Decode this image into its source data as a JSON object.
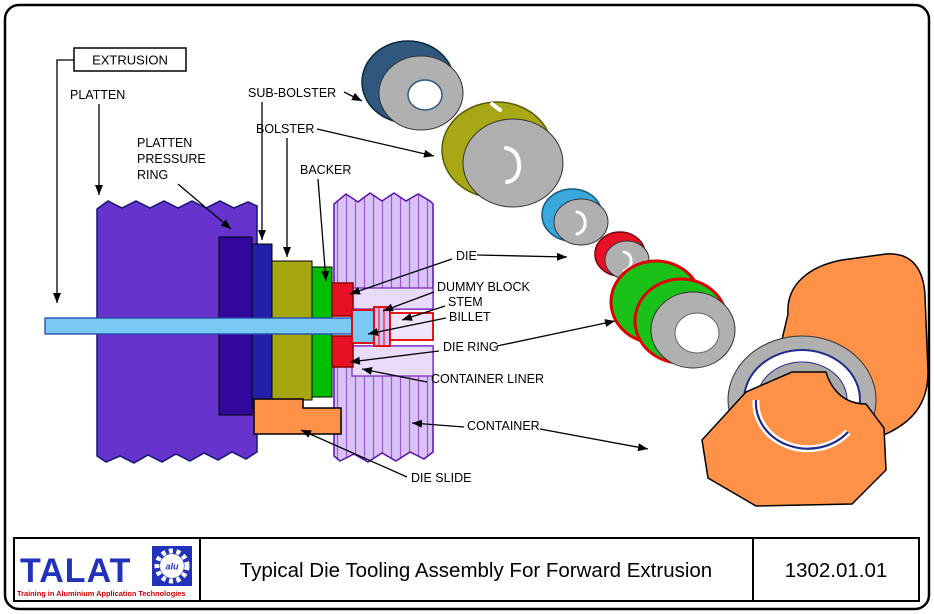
{
  "labels": {
    "extrusion": "EXTRUSION",
    "platten": "PLATTEN",
    "platten_pressure_ring": [
      "PLATTEN",
      "PRESSURE",
      "RING"
    ],
    "sub_bolster": "SUB-BOLSTER",
    "bolster": "BOLSTER",
    "backer": "BACKER",
    "die": "DIE",
    "dummy_block": "DUMMY BLOCK",
    "stem": "STEM",
    "billet": "BILLET",
    "die_ring": "DIE RING",
    "container_liner": "CONTAINER LINER",
    "container": "CONTAINER",
    "die_slide": "DIE SLIDE"
  },
  "footer": {
    "brand": "TALAT",
    "brand_alu": "alu",
    "brand_sub": "Training in Aluminium Application Technologies",
    "title": "Typical Die Tooling Assembly For Forward Extrusion",
    "code": "1302.01.01"
  },
  "colors": {
    "platten_purple": "#6633CC",
    "pressure_ring_violet": "#31089B",
    "sub_bolster_navy": "#2020A8",
    "bolster_olive": "#A6A60F",
    "backer_green": "#00BE00",
    "die_red": "#E81123",
    "stem_cyan": "#79C9F2",
    "container_lavender": "#D9C2F7",
    "die_slide_orange": "#FF9148",
    "sub_bolster_3d_blue": "#30587F",
    "backer_3d_blue": "#3AA8DC",
    "metal_gray": "#B0B0B0",
    "die_ring_green": "#19C119",
    "liner_navy": "#202C8C",
    "talat_blue": "#2233BB",
    "talat_red": "#CC0000"
  }
}
